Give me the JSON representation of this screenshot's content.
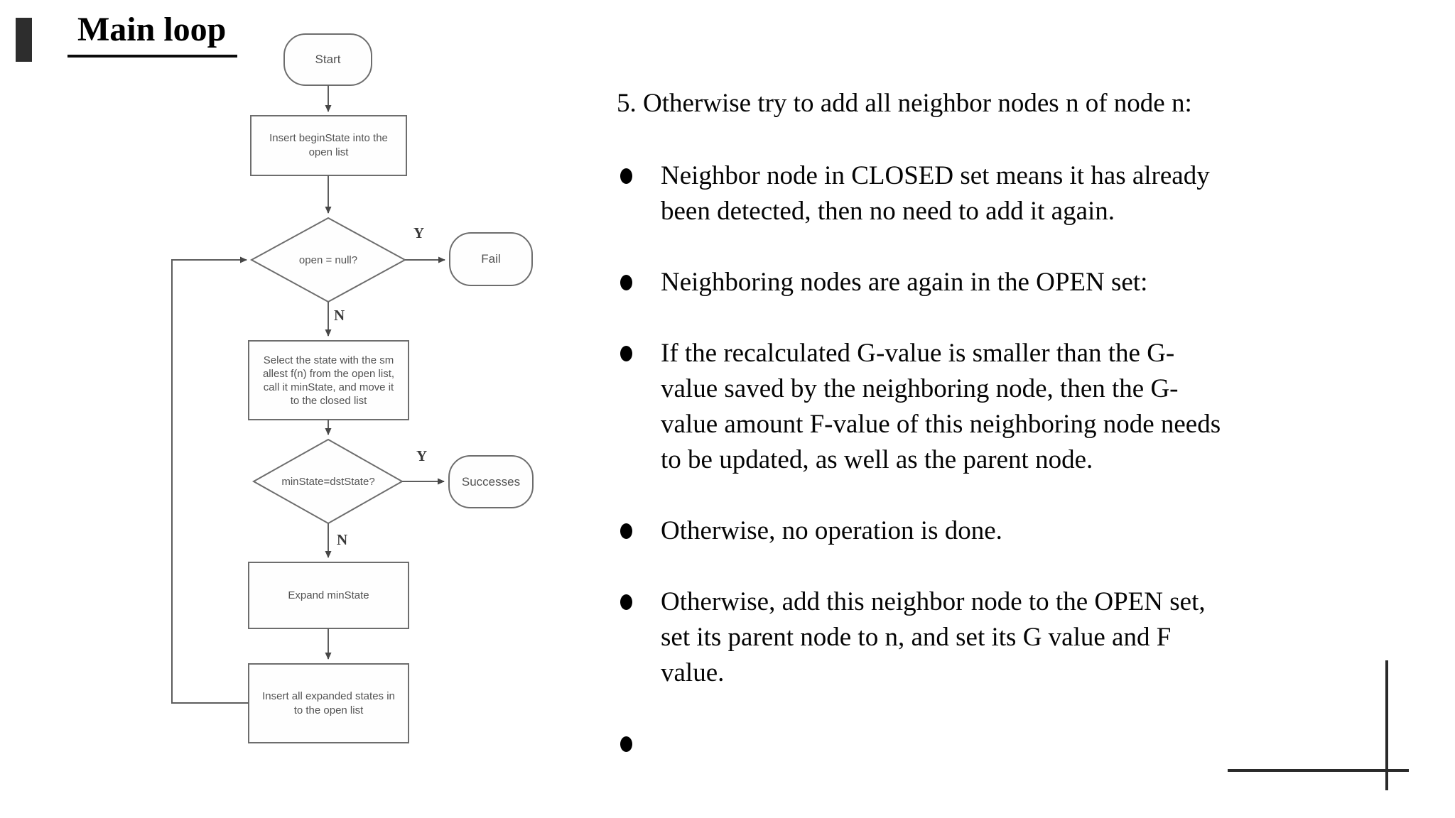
{
  "slide": {
    "title": "Main loop"
  },
  "flowchart": {
    "stroke_color": "#6d6d6d",
    "text_color": "#525252",
    "nodes": {
      "start": {
        "label": "Start"
      },
      "insert_begin": {
        "lines": [
          "Insert beginState into the",
          "open list"
        ]
      },
      "open_null": {
        "label": "open = null?"
      },
      "fail": {
        "label": "Fail"
      },
      "select_min": {
        "lines": [
          "Select the state with the sm",
          "allest f(n) from the open list,",
          "call it minState, and move it",
          "to the closed list"
        ]
      },
      "min_dst": {
        "label": "minState=dstState?"
      },
      "successes": {
        "label": "Successes"
      },
      "expand": {
        "label": "Expand minState"
      },
      "insert_expanded": {
        "lines": [
          "Insert all expanded states in",
          "to the open list"
        ]
      }
    },
    "edge_labels": {
      "yes_fail": "Y",
      "no_continue": "N",
      "yes_success": "Y",
      "no_expand": "N"
    }
  },
  "content": {
    "heading": "5. Otherwise try to add all neighbor nodes n of node n:",
    "bullets": [
      {
        "lines": [
          "Neighbor node in CLOSED set means it has already",
          "been detected, then no need to add it again."
        ]
      },
      {
        "lines": [
          "Neighboring nodes are again in the OPEN set:"
        ]
      },
      {
        "lines": [
          "If the recalculated G-value is smaller than the G-",
          "value saved by the neighboring node, then the  G-",
          "value amount F-value of this neighboring node needs",
          "to be updated, as well as the parent node."
        ]
      },
      {
        "lines": [
          "Otherwise, no operation is done."
        ]
      },
      {
        "lines": [
          "Otherwise, add this neighbor node to the OPEN set,",
          "set its parent node to n, and set its G value  and F",
          "value."
        ]
      },
      {
        "lines": []
      }
    ]
  }
}
